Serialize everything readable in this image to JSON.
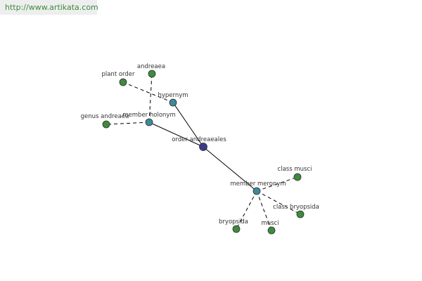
{
  "site": {
    "url": "http://www.artikata.com"
  },
  "colors": {
    "center": "#3b3a8c",
    "relation": "#3d8a9a",
    "leaf": "#3f8a3f",
    "node_stroke": "#2f2f2f",
    "edge": "#000000"
  },
  "graph": {
    "nodes": [
      {
        "id": "order",
        "label": "order andreaeales",
        "kind": "center"
      },
      {
        "id": "hypernym",
        "label": "hypernym",
        "kind": "relation"
      },
      {
        "id": "holonym",
        "label": "member holonym",
        "kind": "relation"
      },
      {
        "id": "meronym",
        "label": "member meronym",
        "kind": "relation"
      },
      {
        "id": "plant_order",
        "label": "plant order",
        "kind": "leaf"
      },
      {
        "id": "andreaea",
        "label": "andreaea",
        "kind": "leaf"
      },
      {
        "id": "genus_andreaea",
        "label": "genus andreaea",
        "kind": "leaf"
      },
      {
        "id": "class_musci",
        "label": "class musci",
        "kind": "leaf"
      },
      {
        "id": "class_bryopsida",
        "label": "class bryopsida",
        "kind": "leaf"
      },
      {
        "id": "bryopsida",
        "label": "bryopsida",
        "kind": "leaf"
      },
      {
        "id": "musci",
        "label": "musci",
        "kind": "leaf"
      }
    ],
    "edges": [
      {
        "from": "order",
        "to": "hypernym",
        "style": "solid"
      },
      {
        "from": "order",
        "to": "holonym",
        "style": "solid"
      },
      {
        "from": "order",
        "to": "meronym",
        "style": "solid"
      },
      {
        "from": "hypernym",
        "to": "plant_order",
        "style": "dashed"
      },
      {
        "from": "holonym",
        "to": "andreaea",
        "style": "dashed"
      },
      {
        "from": "holonym",
        "to": "genus_andreaea",
        "style": "dashed"
      },
      {
        "from": "meronym",
        "to": "class_musci",
        "style": "dashed"
      },
      {
        "from": "meronym",
        "to": "class_bryopsida",
        "style": "dashed"
      },
      {
        "from": "meronym",
        "to": "bryopsida",
        "style": "dashed"
      },
      {
        "from": "meronym",
        "to": "musci",
        "style": "dashed"
      }
    ]
  }
}
